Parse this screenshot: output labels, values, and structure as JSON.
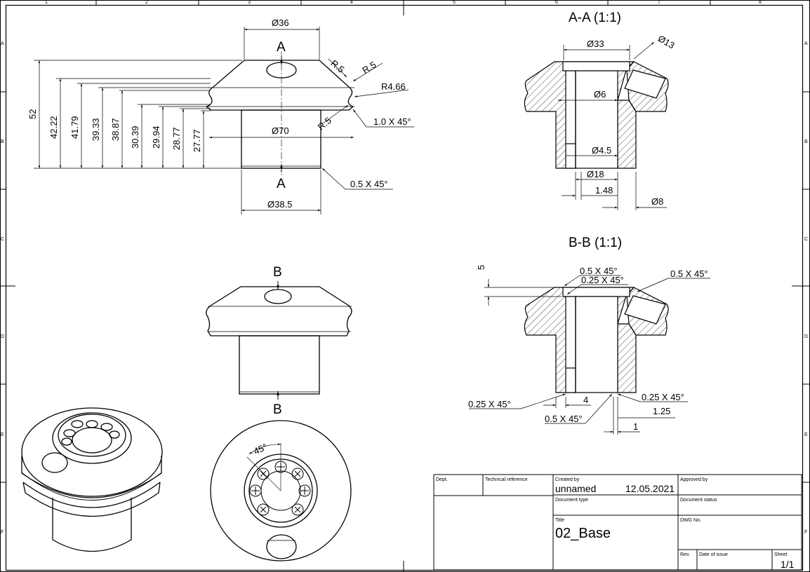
{
  "frame": {
    "col_numbers": [
      "1",
      "2",
      "3",
      "4",
      "5",
      "6",
      "7",
      "8"
    ],
    "row_letters_right": [
      "A",
      "B",
      "C",
      "D",
      "E",
      "F"
    ],
    "row_letters_left": [
      "A",
      "B",
      "C",
      "D",
      "E",
      "F"
    ]
  },
  "front_view": {
    "section_mark": "A",
    "dims": {
      "d_top": "Ø36",
      "d_flange": "Ø70",
      "d_shaft": "Ø38.5",
      "r1": "R.5",
      "r2": "R.5",
      "r_groove": "R4.66",
      "r3": "R.5",
      "chamfer1": "1.0 X 45°",
      "chamfer2": "0.5 X 45°"
    },
    "heights": [
      "52",
      "42.22",
      "41.79",
      "39.33",
      "38.87",
      "30.39",
      "29.94",
      "28.77",
      "27.77"
    ]
  },
  "section_aa": {
    "title": "A-A (1:1)",
    "dims": {
      "d33": "Ø33",
      "d13": "Ø13",
      "d6": "Ø6",
      "d45": "Ø4.5",
      "d18": "Ø18",
      "l148": "1.48",
      "d8": "Ø8"
    }
  },
  "view_b": {
    "section_mark": "B"
  },
  "section_bb": {
    "title": "B-B (1:1)",
    "dims": {
      "h5": "5",
      "c1": "0.5 X 45°",
      "c2": "0.25 X 45°",
      "c3": "0.5 X 45°",
      "c4": "0.25 X 45°",
      "c5": "0.25 X 45°",
      "c6": "0.5 X 45°",
      "l4": "4",
      "l125": "1.25",
      "l1": "1"
    }
  },
  "top_view": {
    "angle": "45°"
  },
  "title_block": {
    "dept_label": "Dept.",
    "tech_ref_label": "Technical reference",
    "created_by_label": "Created by",
    "created_by": "unnamed",
    "date": "12.05.2021",
    "approved_by_label": "Approved by",
    "doc_type_label": "Document type",
    "doc_status_label": "Document status",
    "title_label": "Title",
    "title": "02_Base",
    "dwg_no_label": "DWG No.",
    "rev_label": "Rev.",
    "date_issue_label": "Date of issue",
    "sheet_label": "Sheet",
    "sheet": "1/1"
  }
}
